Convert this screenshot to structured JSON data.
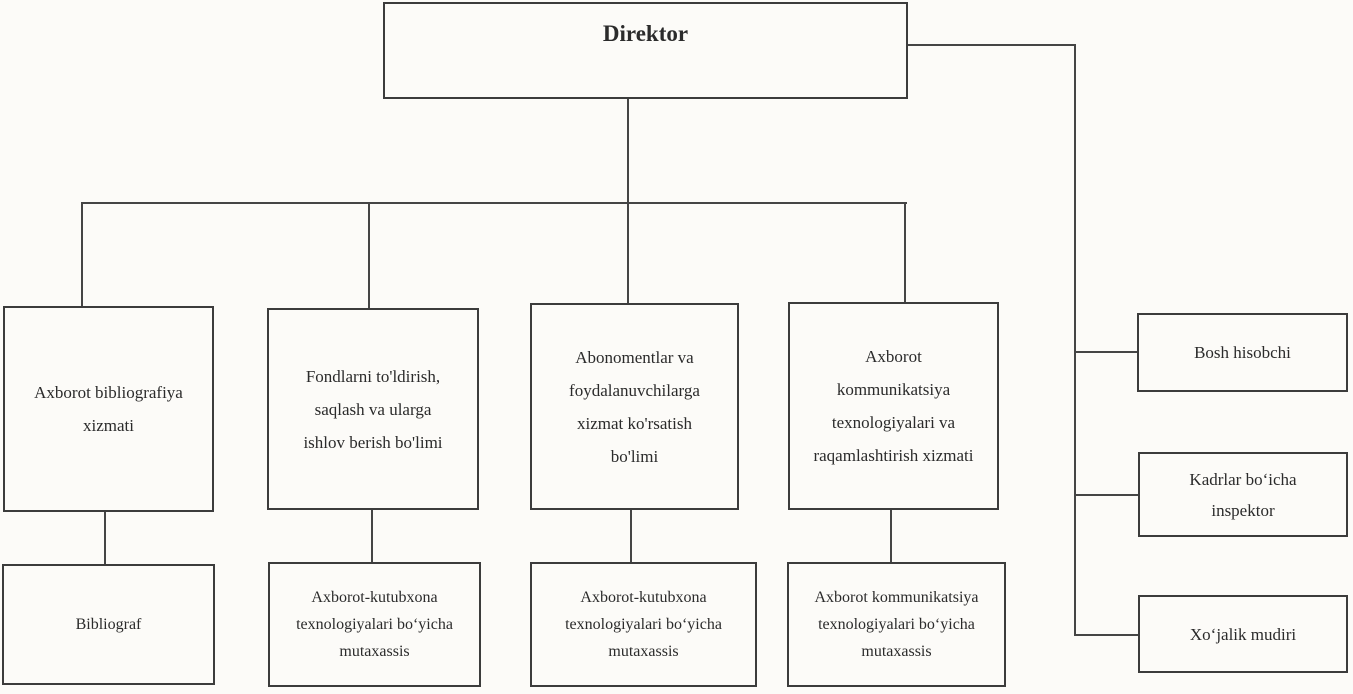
{
  "diagram": {
    "type": "org-chart",
    "root": {
      "label": "Direktor"
    },
    "departments": [
      {
        "label": "Axborot bibliografiya\nxizmati",
        "subordinate": "Bibliograf"
      },
      {
        "label": "Fondlarni to'ldirish,\nsaqlash va ularga\nishlov berish bo'limi",
        "subordinate": "Axborot-kutubxona\ntexnologiyalari bo‘yicha\nmutaxassis"
      },
      {
        "label": "Abonomentlar va\nfoydalanuvchilarga\nxizmat ko'rsatish\nbo'limi",
        "subordinate": "Axborot-kutubxona\ntexnologiyalari bo‘yicha\nmutaxassis"
      },
      {
        "label": "Axborot\nkommunikatsiya\ntexnologiyalari va\nraqamlashtirish xizmati",
        "subordinate": "Axborot kommunikatsiya\ntexnologiyalari bo‘yicha\nmutaxassis"
      }
    ],
    "direct_reports": [
      {
        "label": "Bosh hisobchi"
      },
      {
        "label": "Kadrlar bo‘icha\ninspektor"
      },
      {
        "label": "Xo‘jalik mudiri"
      }
    ],
    "colors": {
      "background": "#fcfbf8",
      "border": "#3c3c3c",
      "line": "#454545",
      "text": "#2b2b2b"
    }
  }
}
